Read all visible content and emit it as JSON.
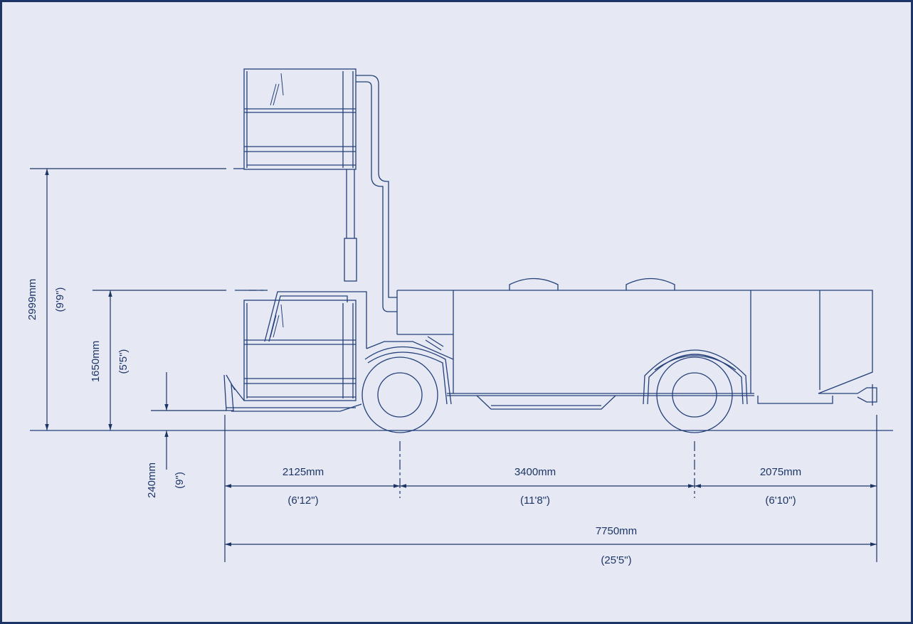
{
  "colors": {
    "background": "#e6e9f3",
    "line": "#24407a",
    "border": "#1d3566"
  },
  "dimensions": {
    "overall_height": {
      "mm": "2999mm",
      "imperial": "(9'9\")"
    },
    "platform_height": {
      "mm": "1650mm",
      "imperial": "(5'5\")"
    },
    "ground_clearance": {
      "mm": "240mm",
      "imperial": "(9\")"
    },
    "front_overhang": {
      "mm": "2125mm",
      "imperial": "(6'12\")"
    },
    "wheelbase": {
      "mm": "3400mm",
      "imperial": "(11'8\")"
    },
    "rear_overhang": {
      "mm": "2075mm",
      "imperial": "(6'10\")"
    },
    "overall_length": {
      "mm": "7750mm",
      "imperial": "(25'5\")"
    }
  }
}
